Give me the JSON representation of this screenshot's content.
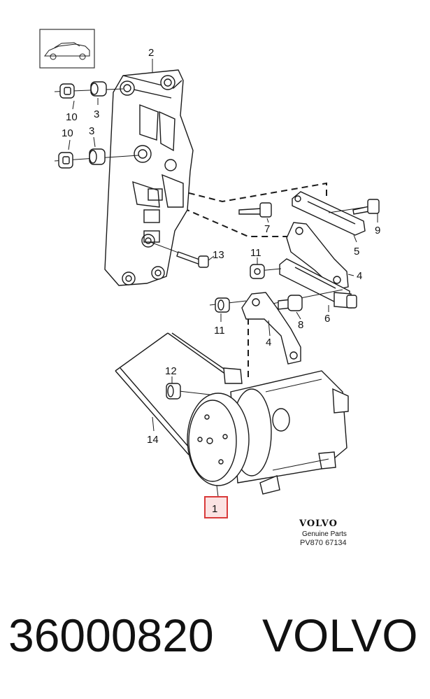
{
  "callouts": {
    "c1": "1",
    "c2": "2",
    "c3a": "3",
    "c3b": "3",
    "c4a": "4",
    "c4b": "4",
    "c5": "5",
    "c6": "6",
    "c7": "7",
    "c8": "8",
    "c9": "9",
    "c10a": "10",
    "c10b": "10",
    "c11a": "11",
    "c11b": "11",
    "c12": "12",
    "c13": "13",
    "c14": "14"
  },
  "stamp": {
    "brand": "VOLVO",
    "subtitle": "Genuine Parts",
    "code": "PV870 67134"
  },
  "footer": {
    "part_number": "36000820",
    "brand": "VOLVO"
  },
  "colors": {
    "highlight_border": "#d93a3a",
    "highlight_fill": "#fbe3e3",
    "line": "#1a1a1a"
  },
  "icons": {
    "vehicle": "car-icon"
  }
}
